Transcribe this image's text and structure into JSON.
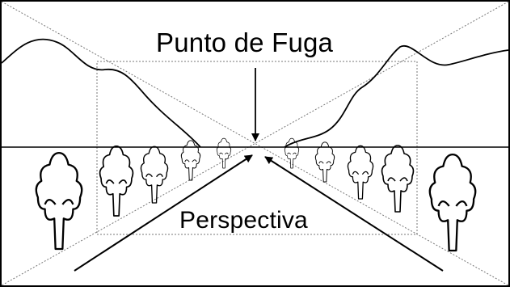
{
  "diagram": {
    "title": "Punto de Fuga",
    "subtitle": "Perspectiva"
  },
  "colors": {
    "ink": "#000000",
    "background": "#ffffff",
    "guide": "#777777"
  },
  "icons": [
    "tree-icon",
    "mountain-outline",
    "arrow-icon"
  ]
}
